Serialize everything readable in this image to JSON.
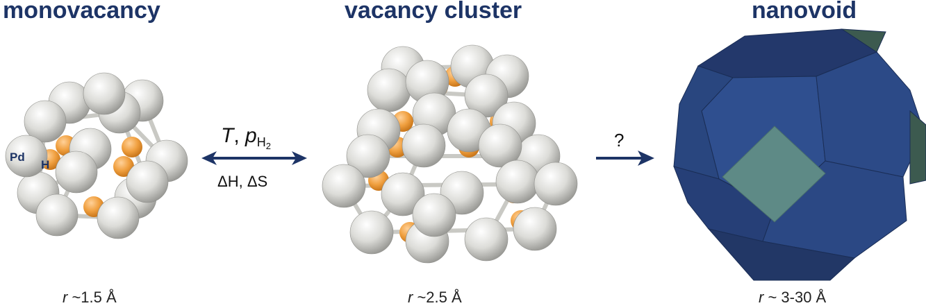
{
  "panels": [
    {
      "title": "monovacancy",
      "radius_symbol": "r",
      "radius_text": " ~1.5 Å"
    },
    {
      "title": "vacancy cluster",
      "radius_symbol": "r",
      "radius_text": " ~2.5 Å"
    },
    {
      "title": "nanovoid",
      "radius_symbol": "r",
      "radius_text": " ~ 3-30 Å"
    }
  ],
  "atom_labels": {
    "pd": "Pd",
    "h": "H"
  },
  "equilibrium": {
    "top_T": "T",
    "top_sep": ", ",
    "top_p": "p",
    "top_sub": "H",
    "top_subsub": "2",
    "bottom_dH": "ΔH",
    "bottom_sep": ", ",
    "bottom_dS": "ΔS"
  },
  "question_mark": "?",
  "colors": {
    "title": "#1d3466",
    "arrow": "#1d3466",
    "pd_atom": "#d9d9d6",
    "h_atom": "#f0a040",
    "void_face": "#2f4f8f",
    "void_square": "#5e8a86"
  }
}
